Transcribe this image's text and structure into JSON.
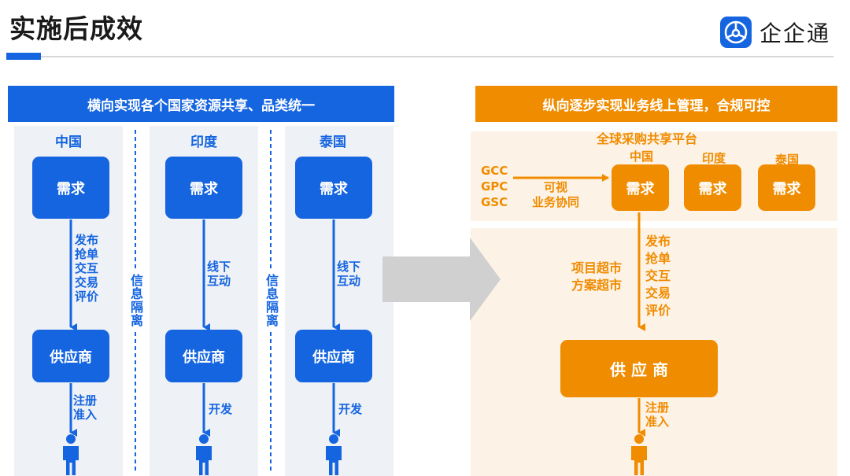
{
  "header": {
    "title": "实施后成效",
    "brand_name": "企企通"
  },
  "left": {
    "banner": "横向实现各个国家资源共享、品类统一",
    "isolation_label": "信息隔离",
    "countries": [
      {
        "name": "中国",
        "demand": "需求",
        "flow": "发布\n抢单\n交互\n交易\n评价",
        "supplier": "供应商",
        "entry": "注册\n准入"
      },
      {
        "name": "印度",
        "demand": "需求",
        "flow": "线下\n互动",
        "supplier": "供应商",
        "entry": "开发"
      },
      {
        "name": "泰国",
        "demand": "需求",
        "flow": "线下\n互动",
        "supplier": "供应商",
        "entry": "开发"
      }
    ]
  },
  "right": {
    "banner": "纵向逐步实现业务线上管理，合规可控",
    "platform_title": "全球采购共享平台",
    "sources": [
      "GCC",
      "GPC",
      "GSC"
    ],
    "visible_label": "可视\n业务协同",
    "countries": [
      {
        "name": "中国",
        "demand": "需求"
      },
      {
        "name": "印度",
        "demand": "需求"
      },
      {
        "name": "泰国",
        "demand": "需求"
      }
    ],
    "market_label": "项目超市\n方案超市",
    "flow": "发布\n抢单\n交互\n交易\n评价",
    "supplier": "供 应 商",
    "entry": "注册\n准入"
  },
  "colors": {
    "blue": "#1565e0",
    "orange": "#f08c00",
    "arrow_gray": "#d0d0d0"
  }
}
